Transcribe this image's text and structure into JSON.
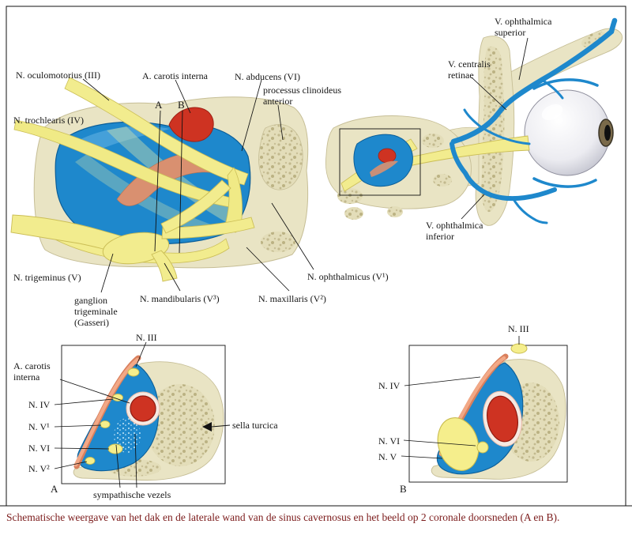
{
  "figure": {
    "caption": "Schematische weergave van het dak en de laterale wand van de sinus cavernosus en het beeld op 2 coronale doorsneden (A en B)."
  },
  "lateral_view": {
    "labels": {
      "oculomotorius": "N. oculomotorius (III)",
      "carotis_interna": "A. carotis interna",
      "abducens": "N. abducens (VI)",
      "processus_clinoideus": "processus clinoideus anterior",
      "trochlearis": "N. trochlearis (IV)",
      "section_a": "A",
      "section_b": "B",
      "trigeminus": "N. trigeminus (V)",
      "ganglion_trigeminale": "ganglion trigeminale (Gasseri)",
      "mandibularis": "N. mandibularis (V³)",
      "maxillaris": "N. maxillaris (V²)",
      "ophthalmicus": "N. ophthalmicus (V¹)"
    }
  },
  "orbit_view": {
    "labels": {
      "v_ophthalmica_superior": "V. ophthalmica superior",
      "v_centralis_retinae": "V. centralis retinae",
      "v_ophthalmica_inferior": "V. ophthalmica inferior"
    }
  },
  "coronal_section_a": {
    "labels": {
      "n_iii": "N. III",
      "a_carotis_interna": "A. carotis interna",
      "n_iv": "N. IV",
      "n_v1": "N. V¹",
      "n_vi": "N. VI",
      "n_v2": "N. V²",
      "sella_turcica": "sella turcica",
      "sympathische_vezels": "sympathische vezels",
      "panel_letter": "A"
    }
  },
  "coronal_section_b": {
    "labels": {
      "n_iii": "N. III",
      "n_iv": "N. IV",
      "n_vi": "N. VI",
      "n_v": "N. V",
      "panel_letter": "B"
    }
  },
  "colors": {
    "vein_blue": "#1E88CC",
    "artery_red": "#CE3322",
    "nerve_yellow": "#F2EC8E",
    "bone_cream": "#E9E4C4",
    "dura_salmon": "#F2A886"
  }
}
